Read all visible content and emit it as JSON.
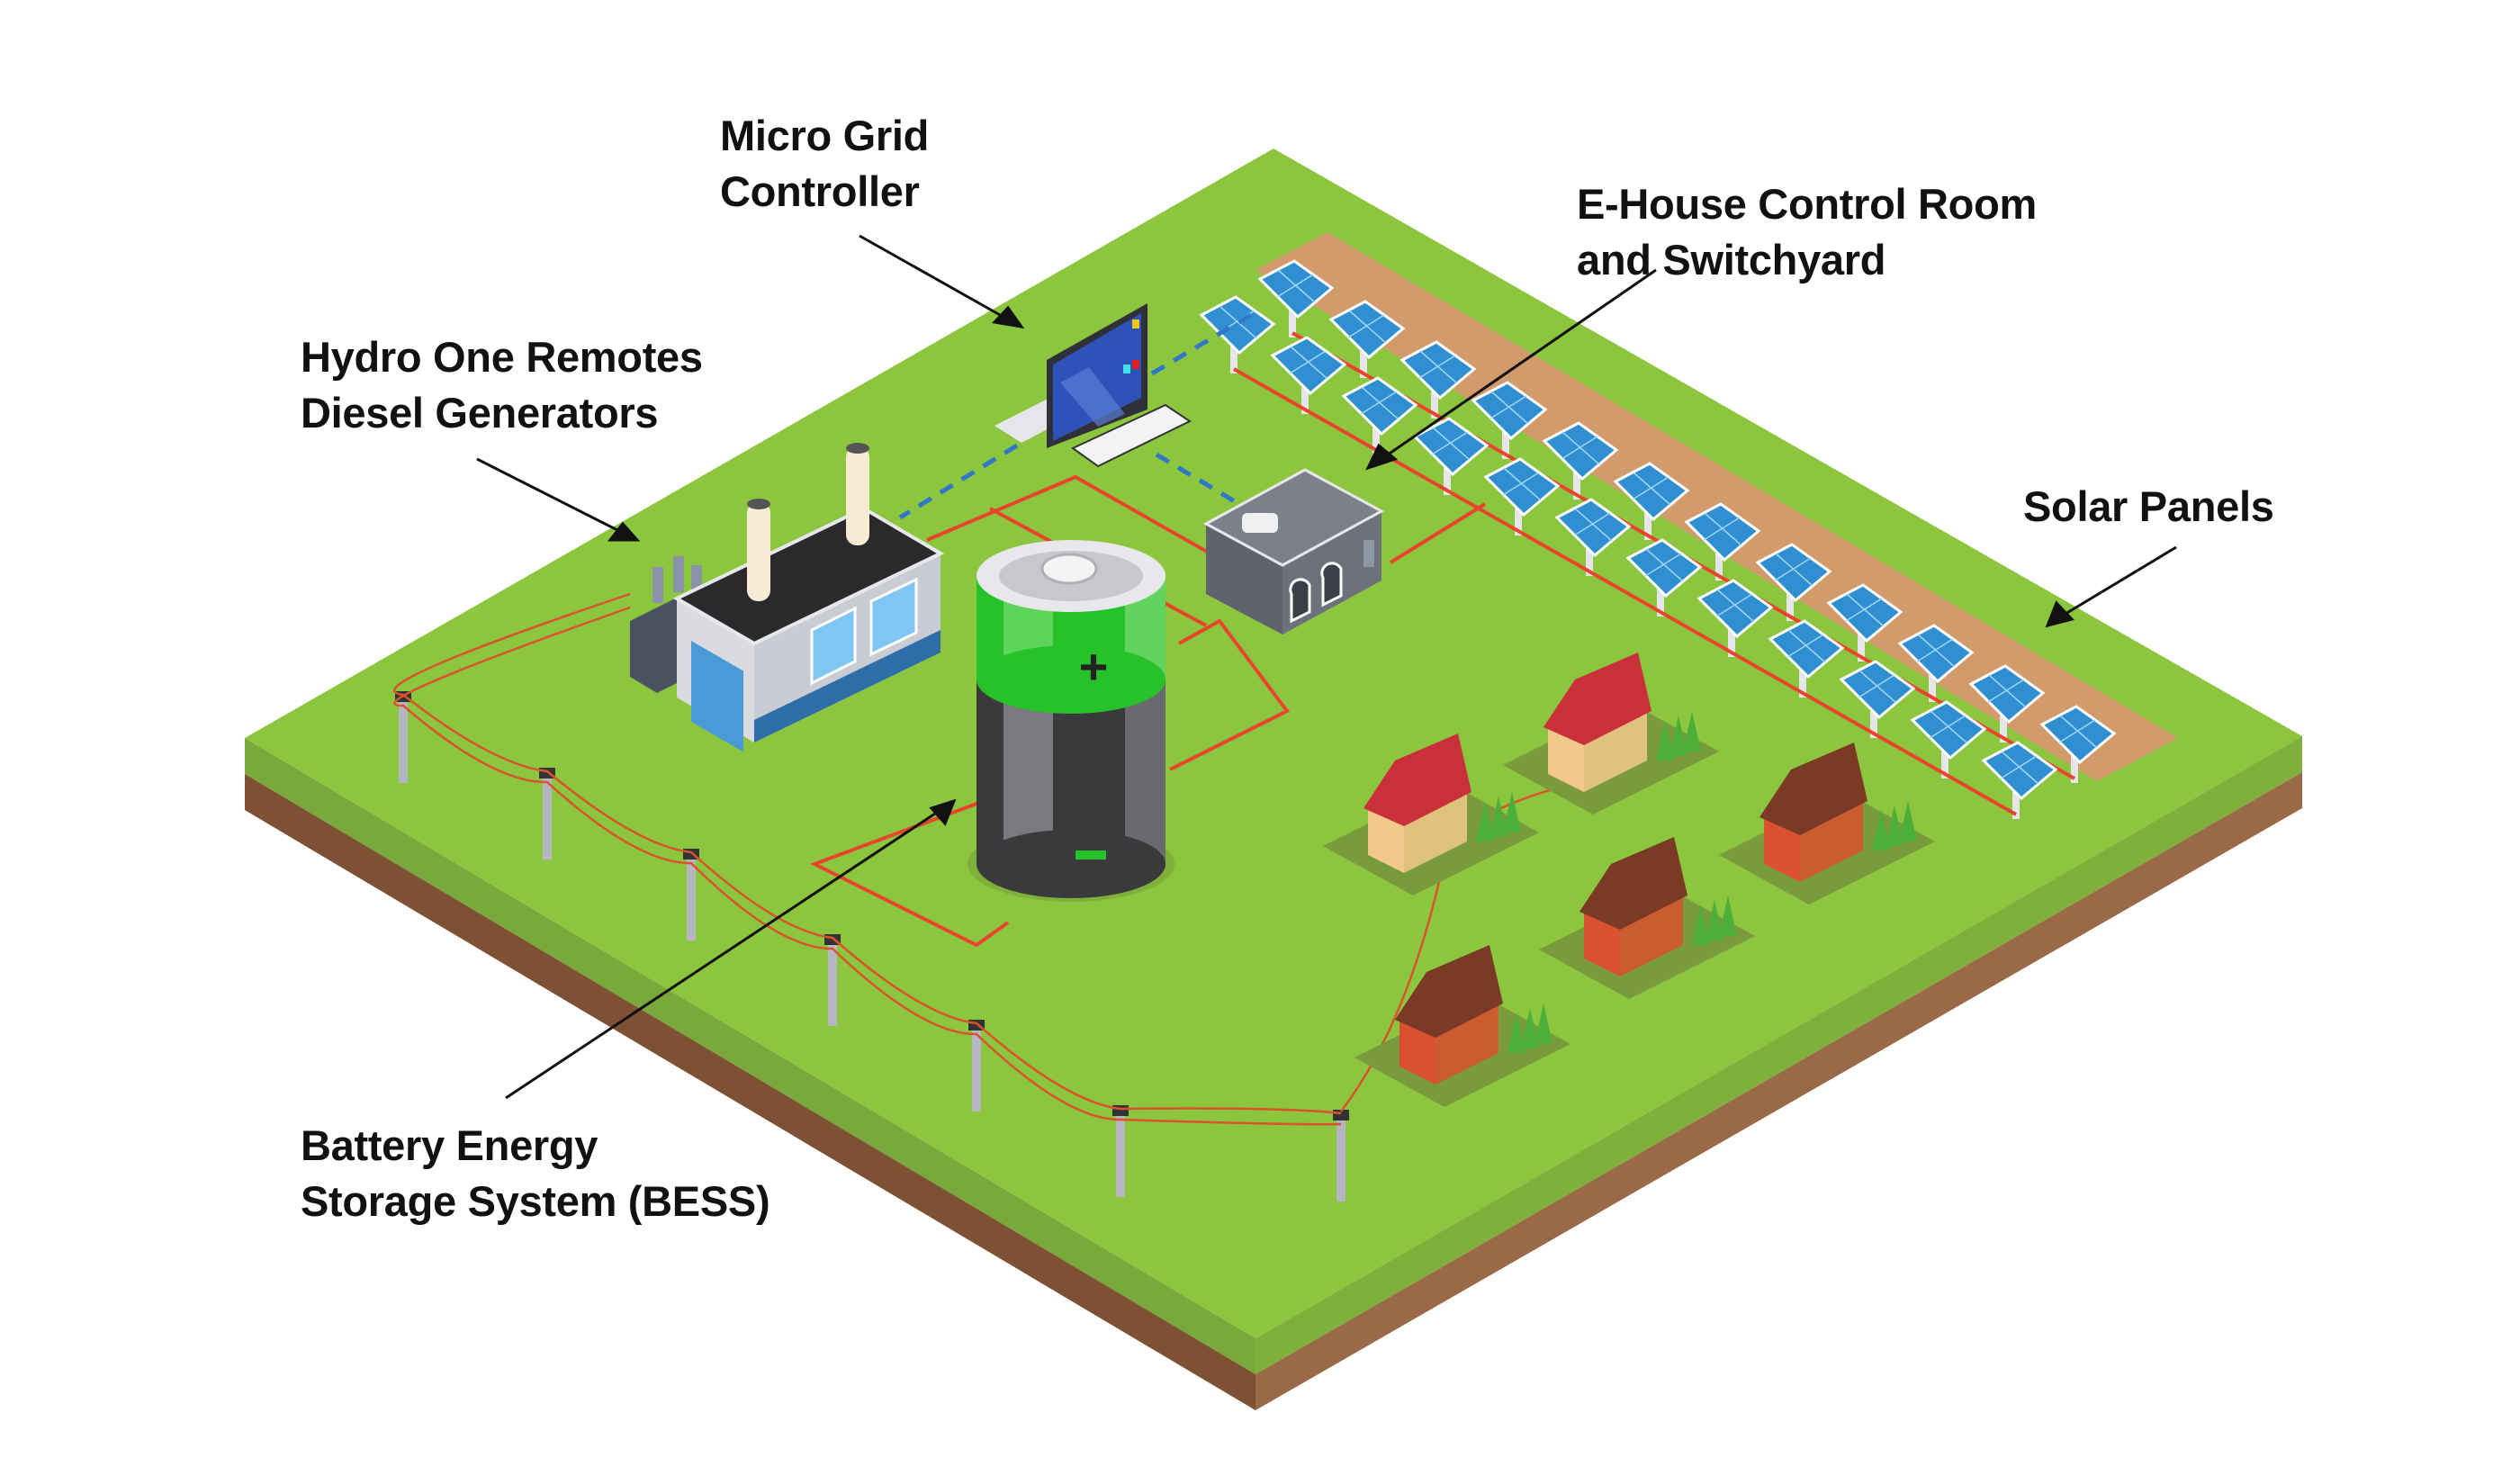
{
  "diagram": {
    "title": "Micro Grid System Overview",
    "colors": {
      "grass": "#8cc63f",
      "grass_side": "#79a93a",
      "soil_left": "#7f5134",
      "soil_right": "#9a6a48",
      "power_line": "#e8452c",
      "data_line": "#2f77c9",
      "solar_pad": "#d29b6c",
      "battery_green": "#27c12a",
      "battery_body": "#3a3a3c"
    },
    "labels": [
      {
        "id": "controller",
        "lines": [
          "Micro Grid",
          "Controller"
        ],
        "target": "micro-grid-controller"
      },
      {
        "id": "ehouse",
        "lines": [
          "E-House Control Room",
          "and Switchyard"
        ],
        "target": "e-house"
      },
      {
        "id": "diesel",
        "lines": [
          "Hydro One Remotes",
          "Diesel Generators"
        ],
        "target": "diesel-generators"
      },
      {
        "id": "solar",
        "lines": [
          "Solar Panels"
        ],
        "target": "solar-array"
      },
      {
        "id": "bess",
        "lines": [
          "Battery Energy",
          "Storage System (BESS)"
        ],
        "target": "battery"
      }
    ],
    "components": {
      "solar_rows": 2,
      "solar_panels_per_row": 12,
      "power_poles_count": 7,
      "houses_count": 5,
      "battery_symbols": {
        "positive": "+",
        "negative": "−"
      }
    },
    "connections": [
      {
        "from": "micro-grid-controller",
        "to": "diesel-generators",
        "type": "data"
      },
      {
        "from": "micro-grid-controller",
        "to": "solar-array",
        "type": "data"
      },
      {
        "from": "micro-grid-controller",
        "to": "e-house",
        "type": "data"
      },
      {
        "from": "diesel-generators",
        "to": "e-house",
        "type": "power"
      },
      {
        "from": "battery",
        "to": "e-house",
        "type": "power"
      },
      {
        "from": "solar-array",
        "to": "e-house",
        "type": "power"
      },
      {
        "from": "e-house",
        "to": "houses",
        "type": "power"
      }
    ]
  }
}
